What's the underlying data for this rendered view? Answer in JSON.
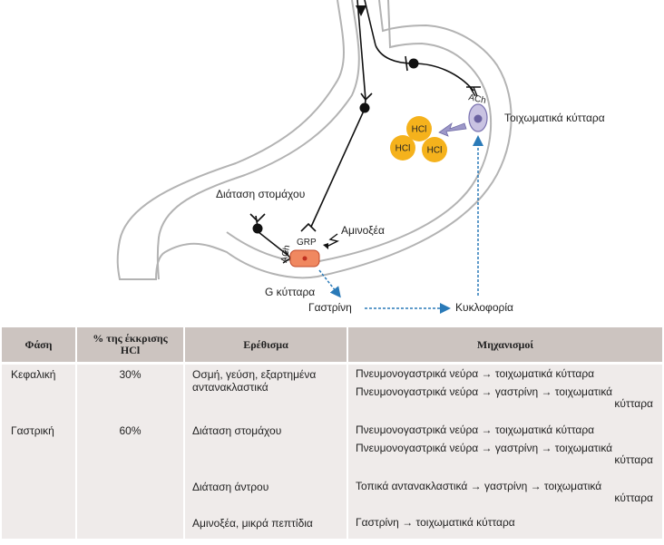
{
  "diagram": {
    "labels": {
      "parietal_cells": "Τοιχωματικά κύτταρα",
      "stomach_distension": "Διάταση στομάχου",
      "amino_acids": "Αμινοξέα",
      "grp": "GRP",
      "ach_top": "ACh",
      "ach_bottom": "ACh",
      "g_cells": "G κύτταρα",
      "gastrin": "Γαστρίνη",
      "circulation": "Κυκλοφορία"
    },
    "hcl_label": "HCl",
    "colors": {
      "hcl": "#f5b21c",
      "parietal_cell": "#c9c3e2",
      "g_cell": "#f08860",
      "arrow_blue": "#2a7ab8",
      "arrow_purple": "#9c97c8"
    }
  },
  "table": {
    "headers": {
      "phase": "Φάση",
      "pct_line1": "% της έκκρισης",
      "pct_line2": "HCl",
      "stimulus": "Ερέθισμα",
      "mechanisms": "Μηχανισμοί"
    },
    "rows": [
      {
        "phase": "Κεφαλική",
        "pct": "30%",
        "stimulus_1a": "Οσμή, γεύση, εξαρτημένα",
        "stimulus_1b": "αντανακλαστικά",
        "mech_1": "Πνευμονογαστρικά νεύρα → τοιχωματικά κύτταρα",
        "mech_2a": "Πνευμονογαστρικά νεύρα → γαστρίνη → τοιχωματικά",
        "mech_2b": "κύτταρα"
      },
      {
        "phase": "Γαστρική",
        "pct": "60%",
        "stimulus_1": "Διάταση στομάχου",
        "stimulus_2": "Διάταση άντρου",
        "stimulus_3": "Αμινοξέα, μικρά πεπτίδια",
        "mech_1": "Πνευμονογαστρικά νεύρα → τοιχωματικά κύτταρα",
        "mech_2a": "Πνευμονογαστρικά νεύρα → γαστρίνη → τοιχωματικά",
        "mech_2b": "κύτταρα",
        "mech_3a": "Τοπικά αντανακλαστικά → γαστρίνη → τοιχωματικά",
        "mech_3b": "κύτταρα",
        "mech_4": "Γαστρίνη → τοιχωματικά κύτταρα"
      }
    ]
  }
}
